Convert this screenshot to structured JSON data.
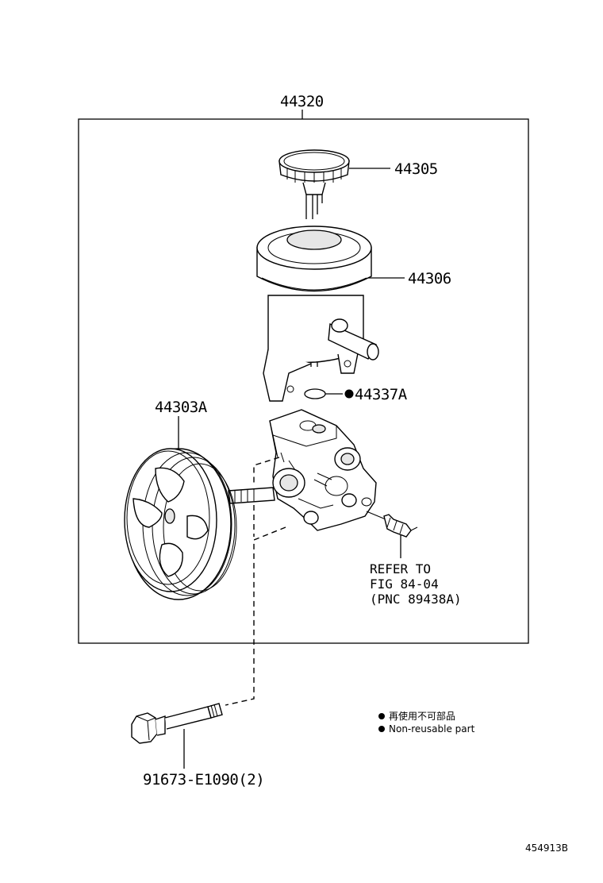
{
  "parts": {
    "assembly": "44320",
    "cap": "44305",
    "reservoir": "44306",
    "oring": "44337A",
    "pulley": "44303A",
    "bolt": "91673-E1090(2)"
  },
  "refer": {
    "line1": "REFER TO",
    "line2": "FIG 84-04",
    "line3": "(PNC 89438A)"
  },
  "legend": {
    "jp": "再使用不可部品",
    "en": "Non-reusable part"
  },
  "figure_id": "454913B"
}
